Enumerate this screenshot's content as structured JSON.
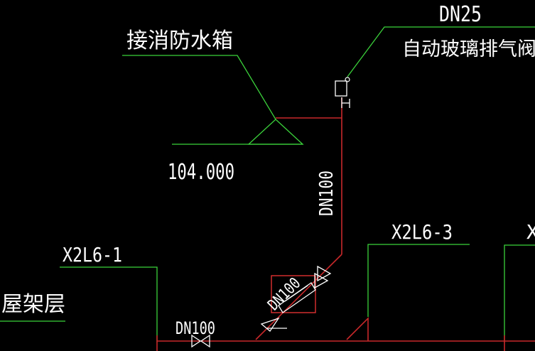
{
  "labels": {
    "fire_tank": "接消防水箱",
    "fire_tank_elevation": "104.000",
    "vent_valve_size": "DN25",
    "vent_valve_name": "自动玻璃排气阀",
    "riser_size": "DN100",
    "bottom_valve_size": "DN100",
    "inclined_size": "DN100",
    "branch_left": "X2L6-1",
    "branch_right": "X2L6-3",
    "branch_edge": "X",
    "floor_name": "屋架层"
  },
  "colors": {
    "background": "#000000",
    "pipe": "#c8282a",
    "leader": "#3bd23b",
    "text": "#ffffff"
  }
}
